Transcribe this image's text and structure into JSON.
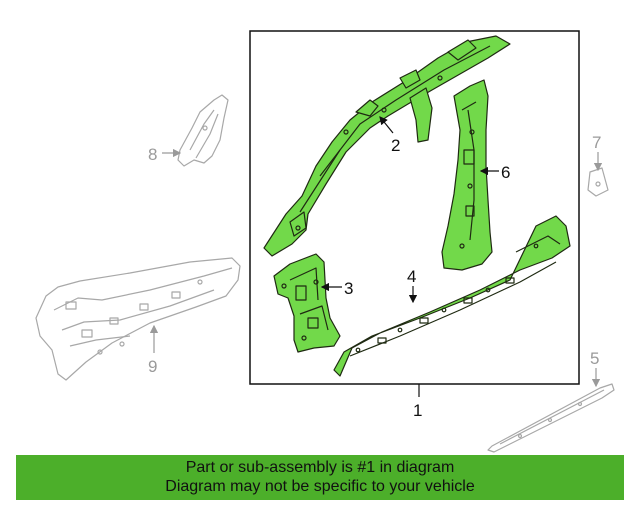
{
  "colors": {
    "part_fill": "#72d94a",
    "part_stroke": "#1f2a12",
    "ghost_stroke": "#a8a8a8",
    "banner_bg": "#4caf2a"
  },
  "callouts": {
    "main_assembly": "1",
    "roof_rail": "2",
    "hinge_pillar": "3",
    "rocker": "4",
    "rocker_reinforcement": "5",
    "center_pillar": "6",
    "bracket": "7",
    "upper_bracket": "8",
    "side_reinforcement": "9"
  },
  "banner": {
    "line1": "Part or sub-assembly is #1 in diagram",
    "line2": "Diagram may not be specific to your vehicle"
  }
}
